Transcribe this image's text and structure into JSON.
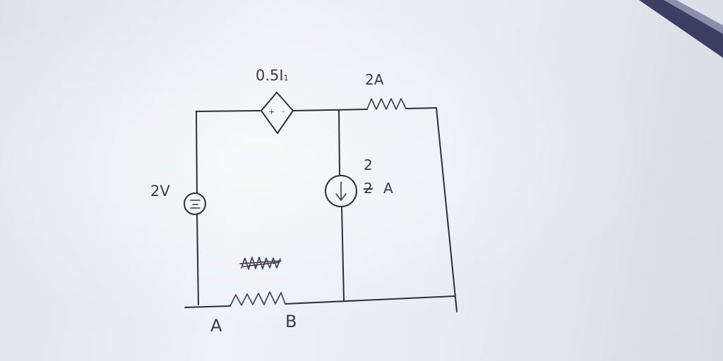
{
  "labels": {
    "dependent_source": {
      "text": "0.5I",
      "subscript": "1"
    },
    "top_resistor": "2A",
    "current_source": {
      "numerator": "2",
      "struck_digit": "2",
      "unit": "A"
    },
    "voltage_source": "2V",
    "node_a": "A",
    "node_b": "B"
  },
  "colors": {
    "paper": "#e9edf3",
    "ink": "#2f3036",
    "pen_body": "#3a3f63"
  }
}
